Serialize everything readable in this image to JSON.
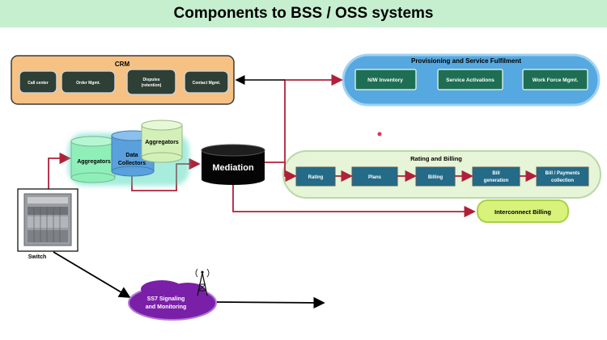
{
  "title": "Components to BSS / OSS systems",
  "crm": {
    "label": "CRM",
    "items": [
      "Call center",
      "Order Mgmt.",
      "Disputes",
      "(retention)",
      "Contact Mgmt."
    ]
  },
  "provisioning": {
    "label": "Provisioning and Service Fulfilment",
    "items": [
      "N/W Inventory",
      "Service Activations",
      "Work Force Mgmt."
    ]
  },
  "rating_billing": {
    "label": "Rating and Billing",
    "items": [
      "Rating",
      "Plans",
      "Billing",
      "Bill",
      "generation",
      "Bill / Payments",
      "collection"
    ]
  },
  "aggregators": [
    "Aggregators",
    "Data",
    "Collectors",
    "Aggregators"
  ],
  "mediation": "Mediation",
  "interconnect": "Interconnect Billing",
  "switch": "Switch",
  "ss7": [
    "SS7 Signaling",
    "and Monitoring"
  ],
  "colors": {
    "title_bg": "#c6efd0",
    "crm_bg": "#f5c284",
    "crm_item": "#2e3f35",
    "prov_bg": "#56a8e0",
    "prov_item": "#1e6e54",
    "rating_bg": "#e6f4d7",
    "rating_item": "#246b88",
    "arrow_red": "#b0203a",
    "mediation": "#050505",
    "interconnect": "#d8f27a",
    "ss7": "#7a1fa8"
  }
}
